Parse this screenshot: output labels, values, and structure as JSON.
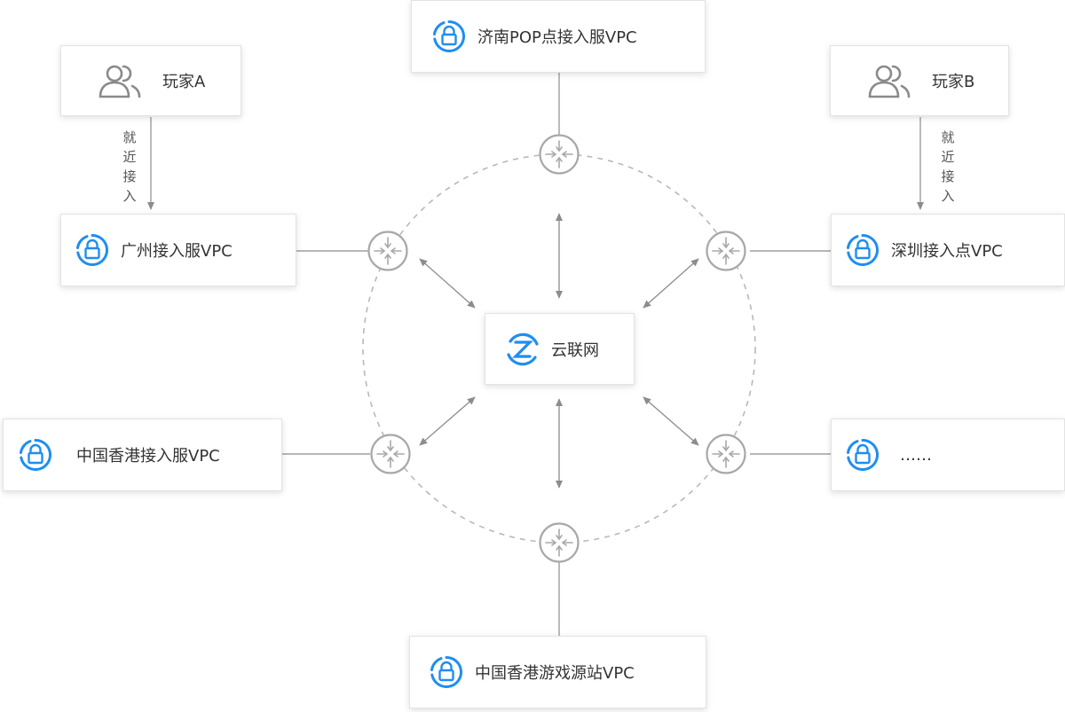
{
  "colors": {
    "accent": "#1e8ef0",
    "line": "#8c8c8c",
    "ring": "#b8b8b8",
    "router": "#a8a8a8",
    "person": "#8a8a8a"
  },
  "center": {
    "label": "云联网",
    "icon": "ccn-icon"
  },
  "players": [
    {
      "id": "a",
      "label": "玩家A",
      "icon": "users-icon",
      "note": "就近接入"
    },
    {
      "id": "b",
      "label": "玩家B",
      "icon": "users-icon",
      "note": "就近接入"
    }
  ],
  "vpcs": [
    {
      "id": "jinan",
      "label": "济南POP点接入服VPC",
      "icon": "lock-icon"
    },
    {
      "id": "guangzhou",
      "label": "广州接入服VPC",
      "icon": "lock-icon"
    },
    {
      "id": "shenzhen",
      "label": "深圳接入点VPC",
      "icon": "lock-icon"
    },
    {
      "id": "hongkong-access",
      "label": "中国香港接入服VPC",
      "icon": "lock-icon"
    },
    {
      "id": "more",
      "label": "……",
      "icon": "lock-icon"
    },
    {
      "id": "hongkong-origin",
      "label": "中国香港游戏源站VPC",
      "icon": "lock-icon"
    }
  ]
}
